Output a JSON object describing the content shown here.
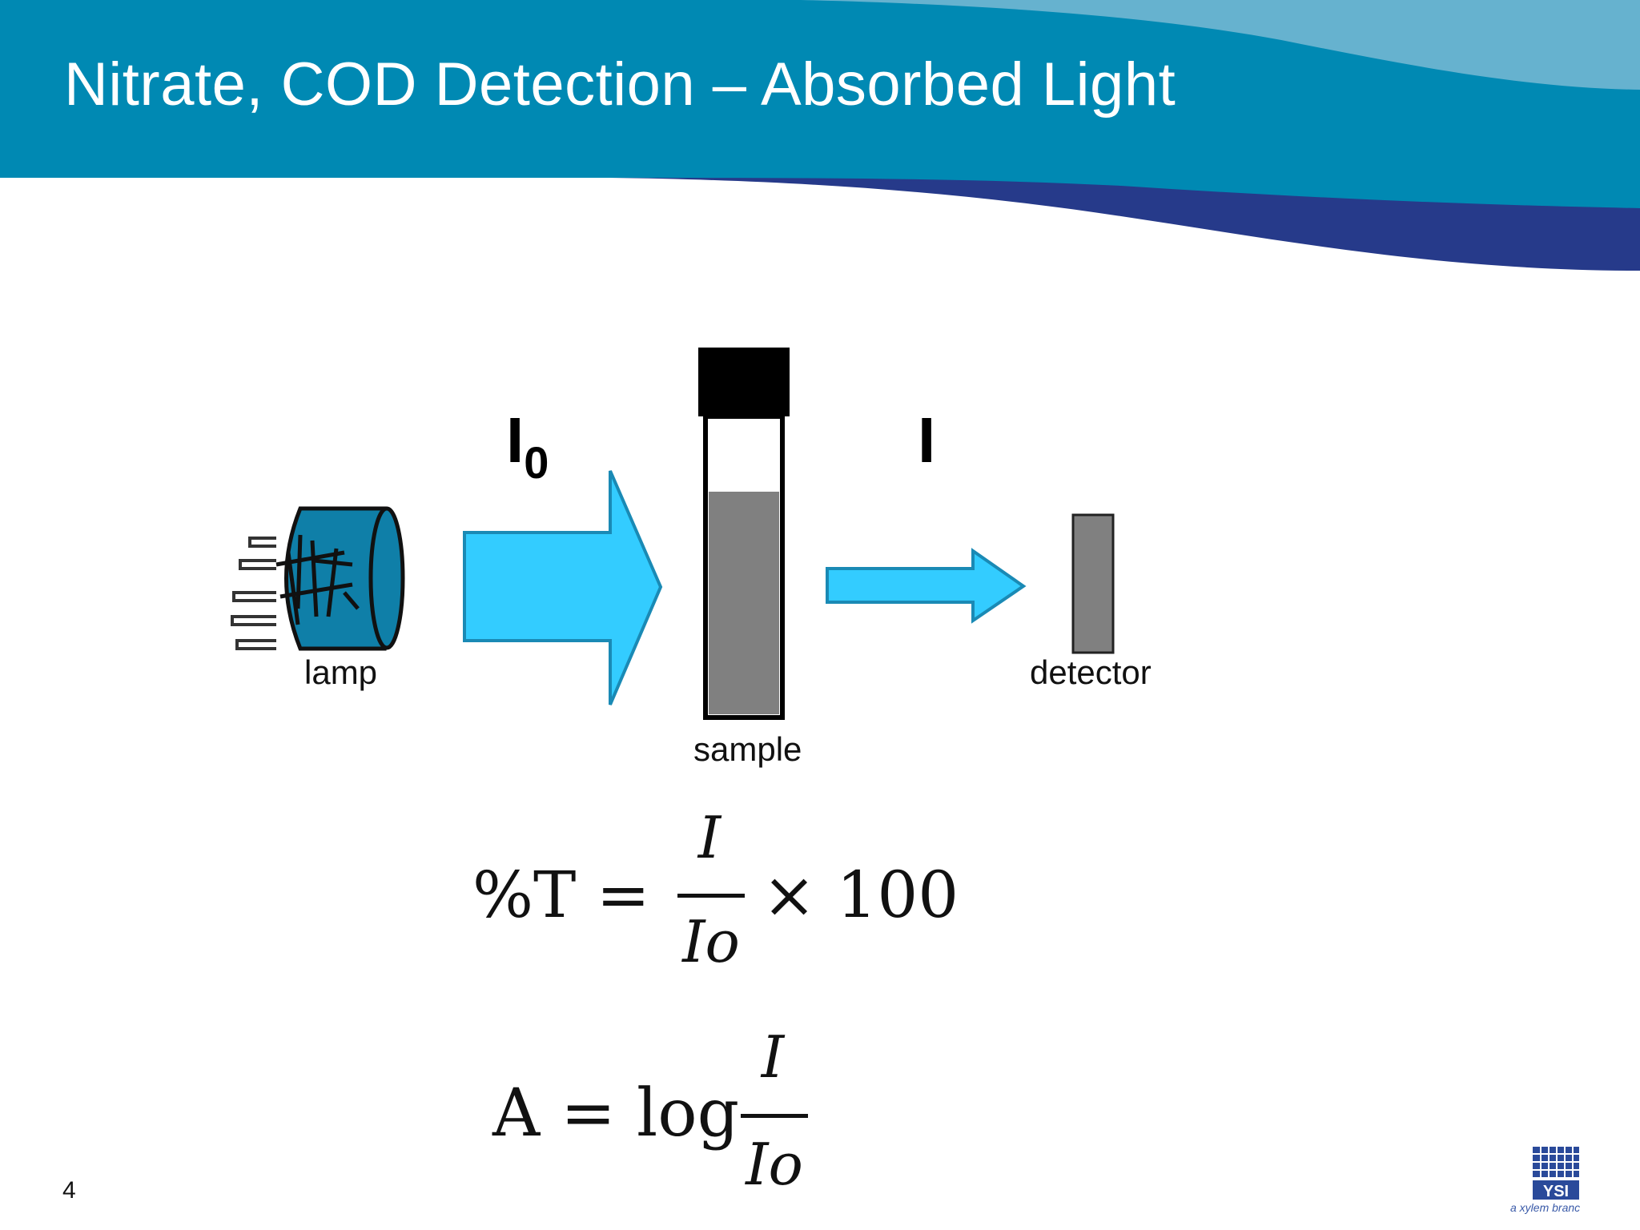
{
  "slide": {
    "title": "Nitrate, COD Detection – Absorbed Light",
    "page_number": "4"
  },
  "diagram": {
    "lamp_label": "lamp",
    "sample_label": "sample",
    "detector_label": "detector",
    "incident_intensity": "I",
    "incident_subscript": "0",
    "transmitted_intensity": "I"
  },
  "equations": {
    "transmittance": {
      "lhs": "%T =",
      "numerator": "I",
      "denominator": "Io",
      "rhs": "× 100"
    },
    "absorbance": {
      "lhs": "A = log",
      "numerator": "I",
      "denominator": "Io"
    }
  },
  "branding": {
    "logo_text": "YSI",
    "tagline": "a xylem branc"
  },
  "colors": {
    "banner_teal": "#0089b3",
    "banner_light": "#66b2cf",
    "banner_navy": "#263a8a",
    "arrow_fill": "#33ccff",
    "arrow_stroke": "#1a8ab5",
    "lamp_fill": "#0f7fa8",
    "sample_gray": "#808080",
    "cap_black": "#000000"
  }
}
